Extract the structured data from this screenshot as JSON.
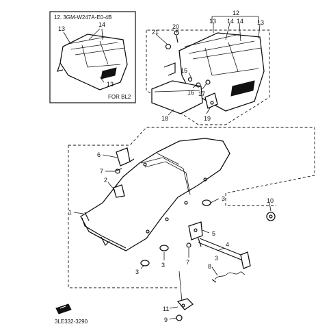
{
  "inset": {
    "title": "12. 3GM-W247A-E0-4B",
    "note": "FOR BL2",
    "labels": {
      "left13": "13",
      "mid14": "14",
      "low13": "13"
    }
  },
  "callouts": {
    "c1": "1",
    "c2": "2",
    "c3a": "3",
    "c3b": "3",
    "c3c": "3",
    "c3d": "3",
    "c4": "4",
    "c5": "5",
    "c6": "6",
    "c7a": "7",
    "c7b": "7",
    "c8": "8",
    "c9": "9",
    "c10": "10",
    "c11": "11",
    "c12": "12",
    "c13a": "13",
    "c14a": "14",
    "c14b": "14",
    "c13b": "13",
    "c15": "15",
    "c16": "16",
    "c17": "17",
    "c18": "18",
    "c19": "19",
    "c20": "20",
    "c21": "21"
  },
  "footer": {
    "code": "3LE332-3290"
  }
}
